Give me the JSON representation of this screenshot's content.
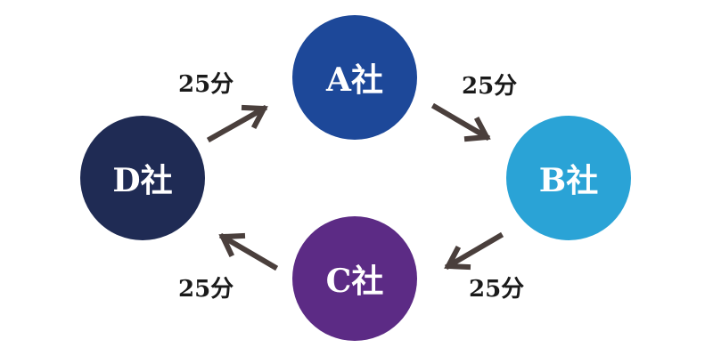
{
  "companies": {
    "a": {
      "label": "A社",
      "color": "#1d4899"
    },
    "b": {
      "label": "B社",
      "color": "#2aa3d6"
    },
    "c": {
      "label": "C社",
      "color": "#5c2b85"
    },
    "d": {
      "label": "D社",
      "color": "#1f2b54"
    }
  },
  "transitions": {
    "d_to_a": "25分",
    "a_to_b": "25分",
    "b_to_c": "25分",
    "c_to_d": "25分"
  },
  "arrow_color": "#4a3f3c"
}
